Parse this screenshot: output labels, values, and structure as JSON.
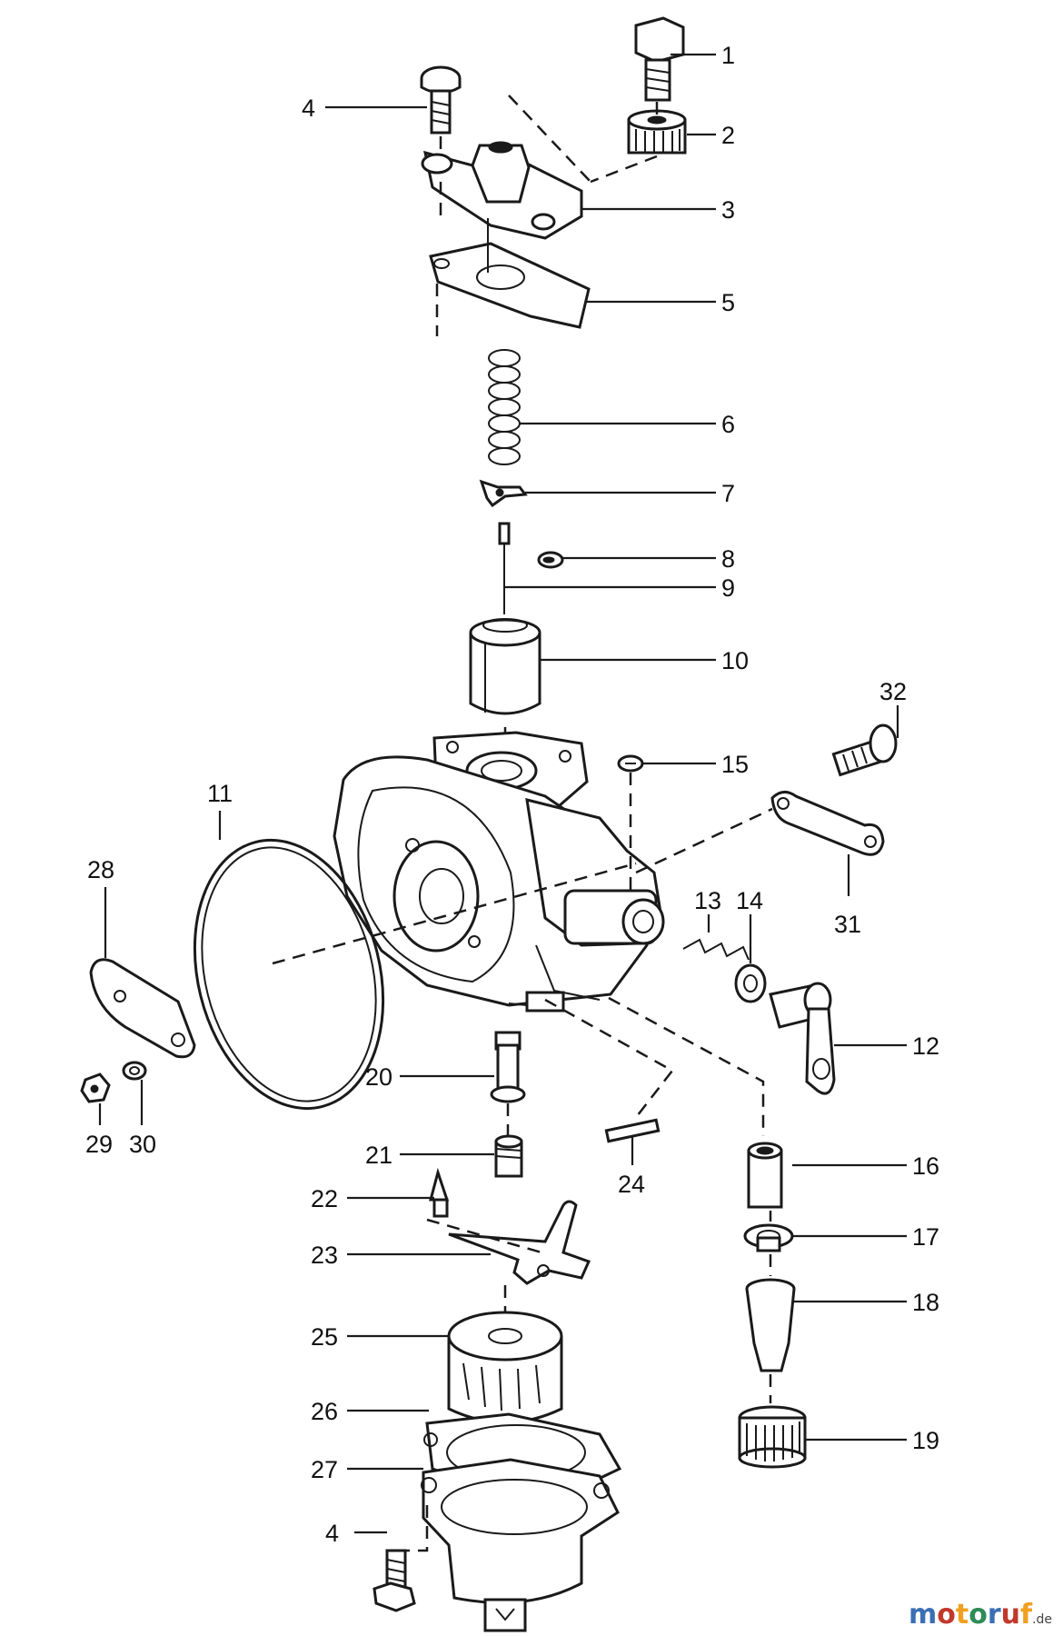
{
  "callouts": {
    "c1": "1",
    "c2": "2",
    "c3": "3",
    "c4a": "4",
    "c4b": "4",
    "c5": "5",
    "c6": "6",
    "c7": "7",
    "c8": "8",
    "c9": "9",
    "c10": "10",
    "c11": "11",
    "c12": "12",
    "c13": "13",
    "c14": "14",
    "c15": "15",
    "c16": "16",
    "c17": "17",
    "c18": "18",
    "c19": "19",
    "c20": "20",
    "c21": "21",
    "c22": "22",
    "c23": "23",
    "c24": "24",
    "c25": "25",
    "c26": "26",
    "c27": "27",
    "c28": "28",
    "c29": "29",
    "c30": "30",
    "c31": "31",
    "c32": "32"
  },
  "watermark": {
    "name": "motoruf",
    "suffix": ".de",
    "colors": [
      "#3a6fb5",
      "#c0392b",
      "#f0a020",
      "#2e8b57",
      "#3a6fb5",
      "#c0392b",
      "#f0a020"
    ]
  }
}
